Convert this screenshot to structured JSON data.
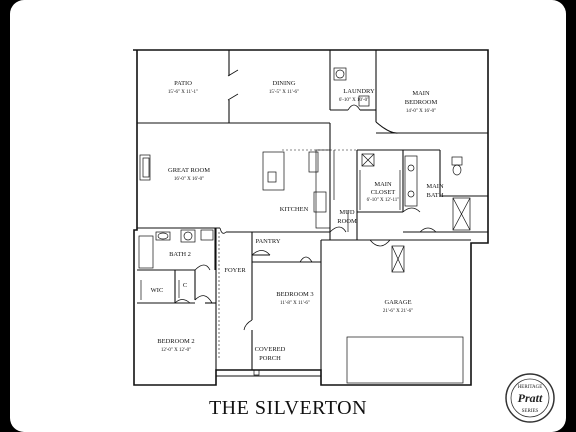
{
  "plan": {
    "title": "THE SILVERTON",
    "rooms": [
      {
        "id": "patio",
        "name": "PATIO",
        "dims": "15'-6\" X 11'-1\""
      },
      {
        "id": "dining",
        "name": "DINING",
        "dims": "15'-5\" X 11'-6\""
      },
      {
        "id": "laundry",
        "name": "LAUNDRY",
        "dims": "6'-10\" X 10'-0\""
      },
      {
        "id": "main-bedroom",
        "name": "MAIN BEDROOM",
        "dims": "14'-0\" X 16'-0\""
      },
      {
        "id": "great-room",
        "name": "GREAT ROOM",
        "dims": "16'-0\" X 16'-0\""
      },
      {
        "id": "kitchen",
        "name": "KITCHEN",
        "dims": ""
      },
      {
        "id": "main-closet",
        "name": "MAIN CLOSET",
        "dims": "6'-10\" X 12'-11\""
      },
      {
        "id": "main-bath",
        "name": "MAIN BATH",
        "dims": ""
      },
      {
        "id": "mud-room",
        "name": "MUD ROOM",
        "dims": ""
      },
      {
        "id": "pantry",
        "name": "PANTRY",
        "dims": ""
      },
      {
        "id": "bath-2",
        "name": "BATH 2",
        "dims": ""
      },
      {
        "id": "foyer",
        "name": "FOYER",
        "dims": ""
      },
      {
        "id": "wic",
        "name": "WIC",
        "dims": ""
      },
      {
        "id": "closet-c",
        "name": "C",
        "dims": ""
      },
      {
        "id": "bedroom-3",
        "name": "BEDROOM 3",
        "dims": "11'-8\" X 11'-6\""
      },
      {
        "id": "garage",
        "name": "GARAGE",
        "dims": "21'-6\" X 21'-6\""
      },
      {
        "id": "bedroom-2",
        "name": "BEDROOM 2",
        "dims": "12'-0\" X 12'-0\""
      },
      {
        "id": "covered-porch",
        "name": "COVERED PORCH",
        "dims": ""
      }
    ]
  },
  "logo": {
    "top": "HERITAGE",
    "brand": "Pratt",
    "bottom": "SERIES"
  }
}
